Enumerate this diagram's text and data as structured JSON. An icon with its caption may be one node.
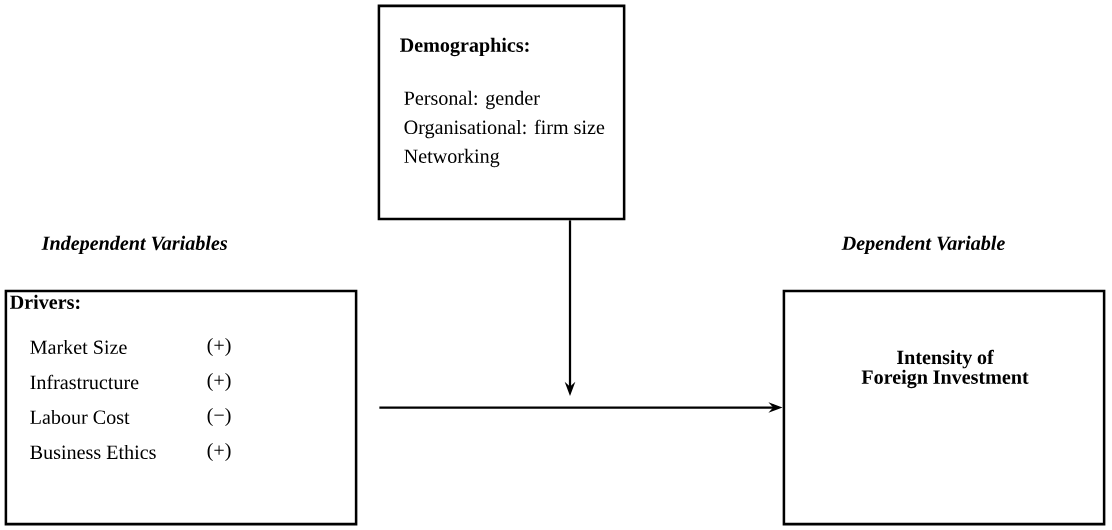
{
  "diagram": {
    "nodes": [
      {
        "text": [
          "Demographics:",
          "Personal: gender",
          "Organisational: firm size",
          "Networking"
        ]
      },
      {
        "text": [
          "Drivers:",
          "Market Size",
          "(+)",
          "Infrastructure",
          "(+)",
          "Labour Cost",
          "(−)",
          "Business Ethics",
          "(+)"
        ]
      },
      {
        "text": [
          "Intensity of Foreign Investment"
        ]
      }
    ],
    "edges": [
      {
        "from": 1,
        "to": 2,
        "arrow": "to"
      },
      {
        "from": 0,
        "to": null,
        "arrow": "to"
      }
    ],
    "labels": [
      "Independent Variables",
      "Dependent Variable"
    ]
  }
}
